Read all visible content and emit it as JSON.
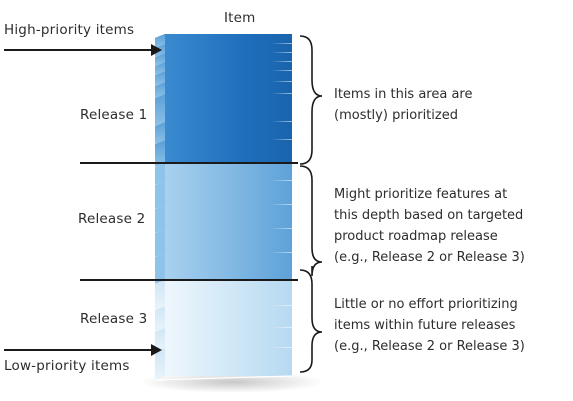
{
  "header": {
    "column_label": "Item"
  },
  "arrows": {
    "top_label": "High-priority items",
    "bottom_label": "Low-priority items"
  },
  "releases": [
    {
      "label": "Release 1"
    },
    {
      "label": "Release 2"
    },
    {
      "label": "Release 3"
    }
  ],
  "annotations": [
    {
      "lines": [
        "Items in this area are",
        "(mostly) prioritized"
      ]
    },
    {
      "lines": [
        "Might prioritize features at",
        "this depth based on targeted",
        "product roadmap release",
        "(e.g., Release 2 or Release 3)"
      ]
    },
    {
      "lines": [
        "Little or no effort prioritizing",
        "items within future releases",
        "(e.g., Release 2 or Release 3)"
      ]
    }
  ],
  "colors": {
    "release1_item": "#2f7fc8",
    "release2_item": "#6fb0e2",
    "release3_item": "#c9e4f5",
    "divider": "#1a1a1a"
  }
}
